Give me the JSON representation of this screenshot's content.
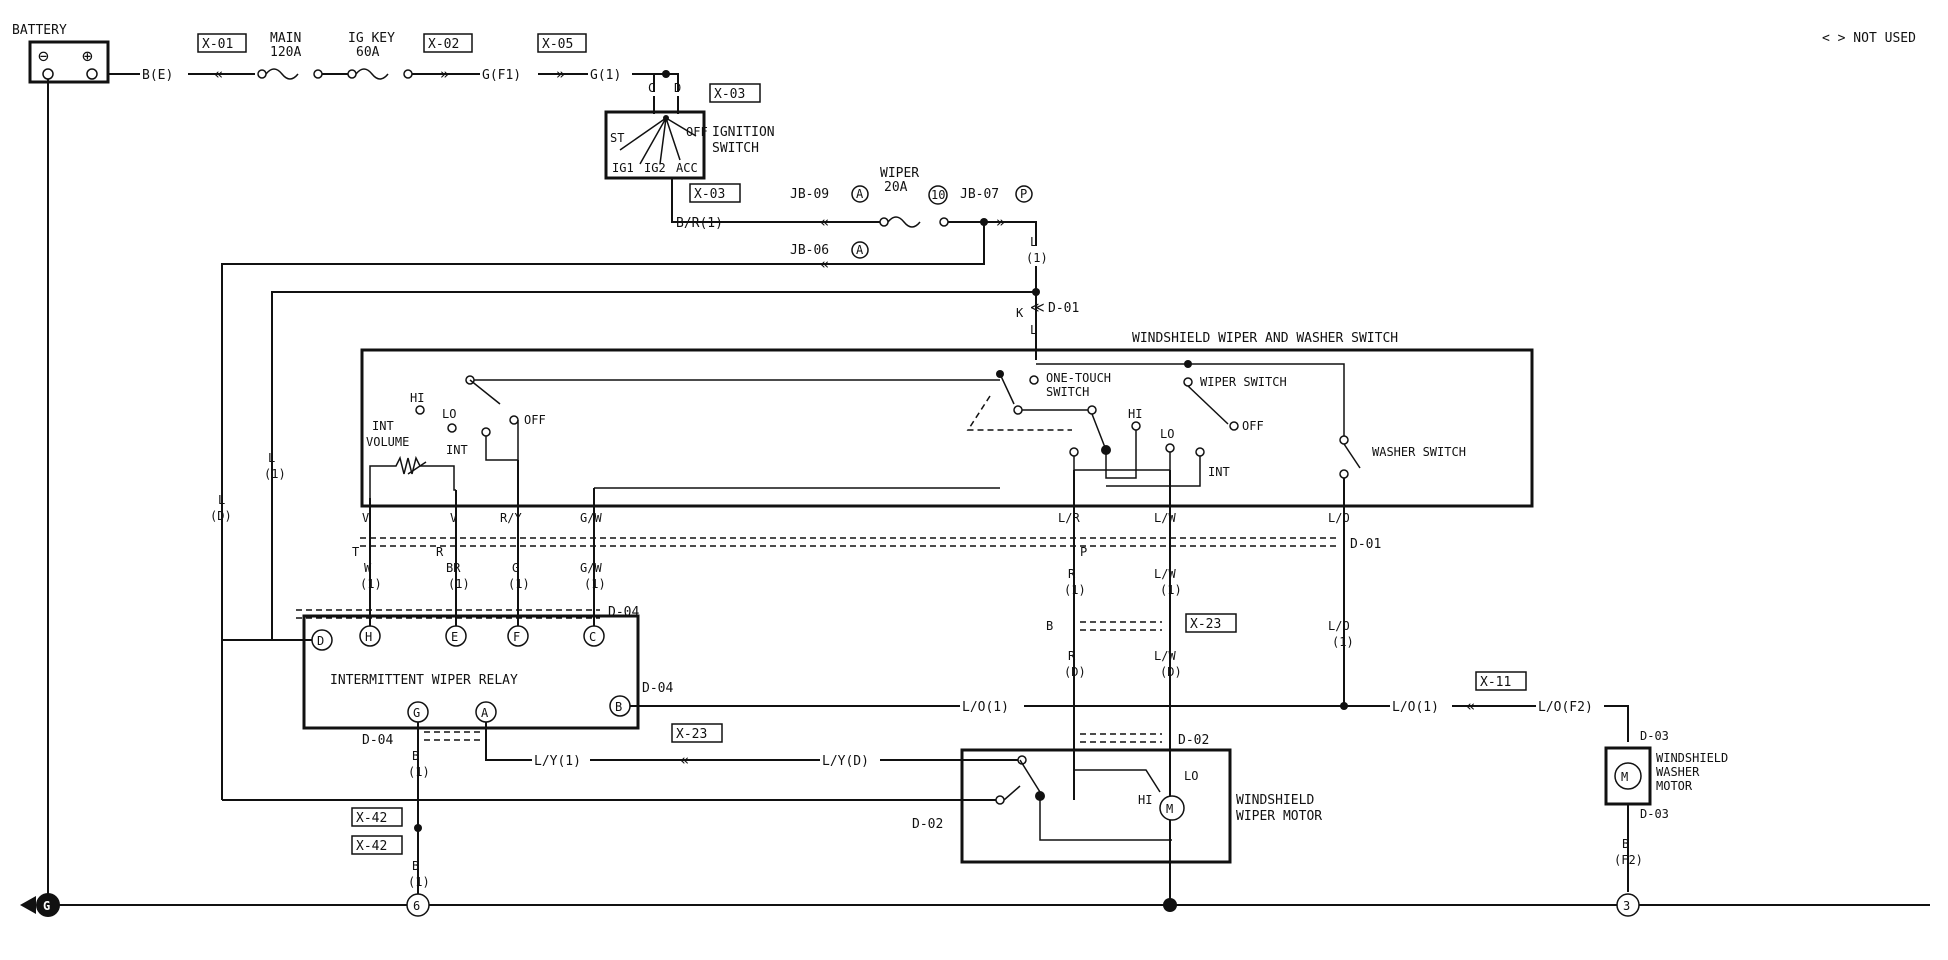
{
  "notice": "< > NOT USED",
  "battery": {
    "label": "BATTERY",
    "neg": "⊖",
    "pos": "⊕"
  },
  "fuses": {
    "main": {
      "name": "MAIN",
      "rating": "120A"
    },
    "igkey": {
      "name": "IG KEY",
      "rating": "60A"
    },
    "wiper": {
      "name": "WIPER",
      "rating": "20A",
      "num": "10"
    }
  },
  "connectors": {
    "x01": "X-01",
    "x02": "X-02",
    "x05": "X-05",
    "x03a": "X-03",
    "x03b": "X-03",
    "x23a": "X-23",
    "x23b": "X-23",
    "x11": "X-11",
    "x42a": "X-42",
    "x42b": "X-42"
  },
  "refs": {
    "d01a": "D-01",
    "d01b": "D-01",
    "d04a": "D-04",
    "d04b": "D-04",
    "d04c": "D-04",
    "d02a": "D-02",
    "d02b": "D-02",
    "d03a": "D-03",
    "d03b": "D-03",
    "jb09": "JB-09",
    "jb07": "JB-07",
    "jb06": "JB-06",
    "jbA1": "A",
    "jbA2": "A",
    "jbP": "P"
  },
  "wires": {
    "be": "B(E)",
    "gf1": "G(F1)",
    "g1": "G(1)",
    "br1": "B/R(1)",
    "lTop": "L",
    "l1Top": "(1)",
    "kPin": "K",
    "lTop2": "L",
    "lLeft": "L",
    "l1Left": "(1)",
    "lFar": "L",
    "dFar": "(D)",
    "sw_v1": "V",
    "sw_v2": "V",
    "sw_ry": "R/Y",
    "sw_gw": "G/W",
    "sw_lr": "L/R",
    "sw_lw": "L/W",
    "sw_lo": "L/O",
    "pinT": "T",
    "pinR": "R",
    "pinP": "P",
    "w": "W",
    "w1": "(1)",
    "br": "BR",
    "br1b": "(1)",
    "g": "G",
    "g1b": "(1)",
    "gw": "G/W",
    "gw1": "(1)",
    "r1": "R",
    "r1b": "(1)",
    "lw1": "L/W",
    "lw1b": "(1)",
    "bPin": "B",
    "r2": "R",
    "r2b": "(D)",
    "lw2": "L/W",
    "lw2b": "(D)",
    "lo1": "L/O",
    "lo1b": "(1)",
    "lo_relay": "L/O(1)",
    "lo_join": "L/O(1)",
    "lof2": "L/O(F2)",
    "ly1": "L/Y(1)",
    "lyd": "L/Y(D)",
    "b1": "B",
    "b1b": "(1)",
    "b2": "B",
    "b2b": "(1)",
    "bf2": "B",
    "bf2b": "(F2)"
  },
  "ignition": {
    "title1": "IGNITION",
    "title2": "SWITCH",
    "st": "ST",
    "off": "OFF",
    "ig1": "IG1",
    "ig2": "IG2",
    "acc": "ACC",
    "pinC": "C",
    "pinD": "D"
  },
  "wiper_switch": {
    "title": "WINDSHIELD WIPER AND WASHER SWITCH",
    "hi": "HI",
    "lo": "LO",
    "int": "INT",
    "off": "OFF",
    "int_volume1": "INT",
    "int_volume2": "VOLUME",
    "one_touch1": "ONE-TOUCH",
    "one_touch2": "SWITCH",
    "hi2": "HI",
    "lo2": "LO",
    "int2": "INT",
    "wiper_switch": "WIPER SWITCH",
    "off2": "OFF",
    "washer_switch": "WASHER SWITCH"
  },
  "relay": {
    "title": "INTERMITTENT WIPER RELAY",
    "pins": {
      "d": "D",
      "h": "H",
      "e": "E",
      "f": "F",
      "c": "C",
      "g": "G",
      "a": "A",
      "b": "B"
    }
  },
  "motor": {
    "title1": "WINDSHIELD",
    "title2": "WIPER MOTOR",
    "hi": "HI",
    "lo": "LO",
    "m": "M"
  },
  "washer_motor": {
    "title1": "WINDSHIELD",
    "title2": "WASHER",
    "title3": "MOTOR",
    "m": "M"
  },
  "grounds": {
    "g": "G",
    "six": "6",
    "three": "3"
  }
}
